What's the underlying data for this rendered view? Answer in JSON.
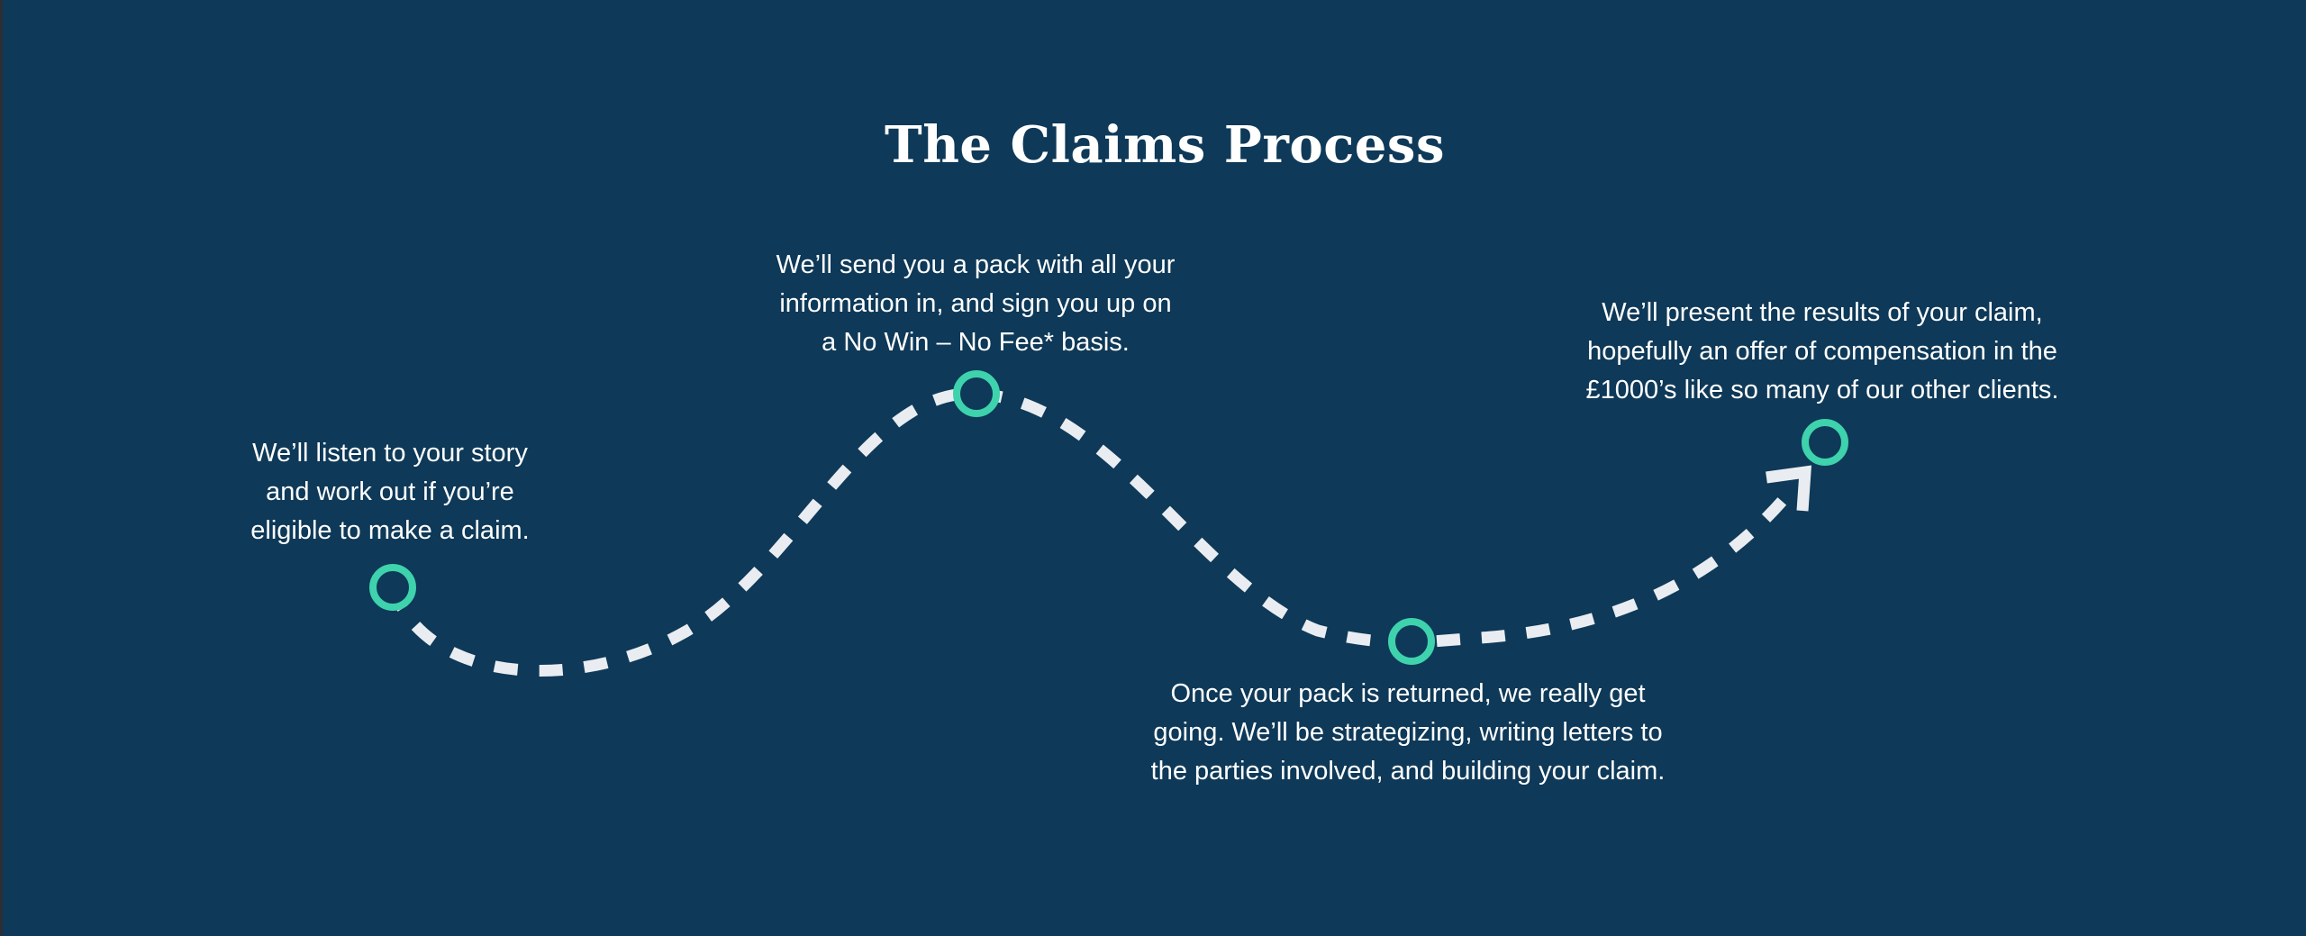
{
  "title": "The Claims Process",
  "colors": {
    "background": "#0e3958",
    "marker": "#3ed2ad",
    "path": "#e9edf1",
    "text": "#ffffff"
  },
  "steps": [
    {
      "text": "We’ll listen to your story\nand work out if you’re\neligible to make a claim."
    },
    {
      "text": "We’ll send you a pack with all your\ninformation in, and sign you up on\na No Win – No Fee* basis."
    },
    {
      "text": "Once your pack is returned, we really get\ngoing. We’ll be strategizing, writing letters to\nthe parties involved, and building your claim."
    },
    {
      "text": "We’ll present the results of your claim,\nhopefully an offer of compensation in the\n£1000’s like so many of our other clients."
    }
  ],
  "icons": {
    "step_marker": "ring-icon",
    "end": "arrow-up-right-icon"
  }
}
